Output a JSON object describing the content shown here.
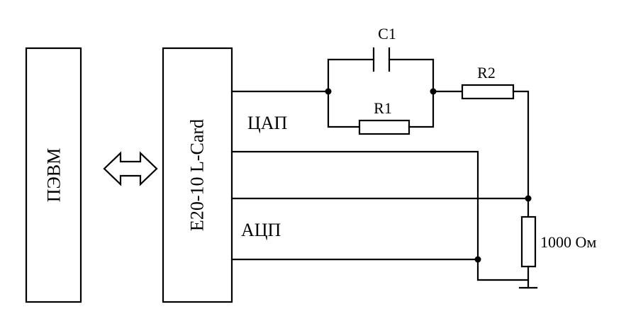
{
  "blocks": {
    "pc": {
      "label": "ПЭВМ"
    },
    "card": {
      "label": "E20-10 L-Card"
    }
  },
  "ports": {
    "dac": "ЦАП",
    "adc": "АЦП"
  },
  "components": {
    "c1": "C1",
    "r1": "R1",
    "r2": "R2",
    "load": "1000 Ом"
  }
}
